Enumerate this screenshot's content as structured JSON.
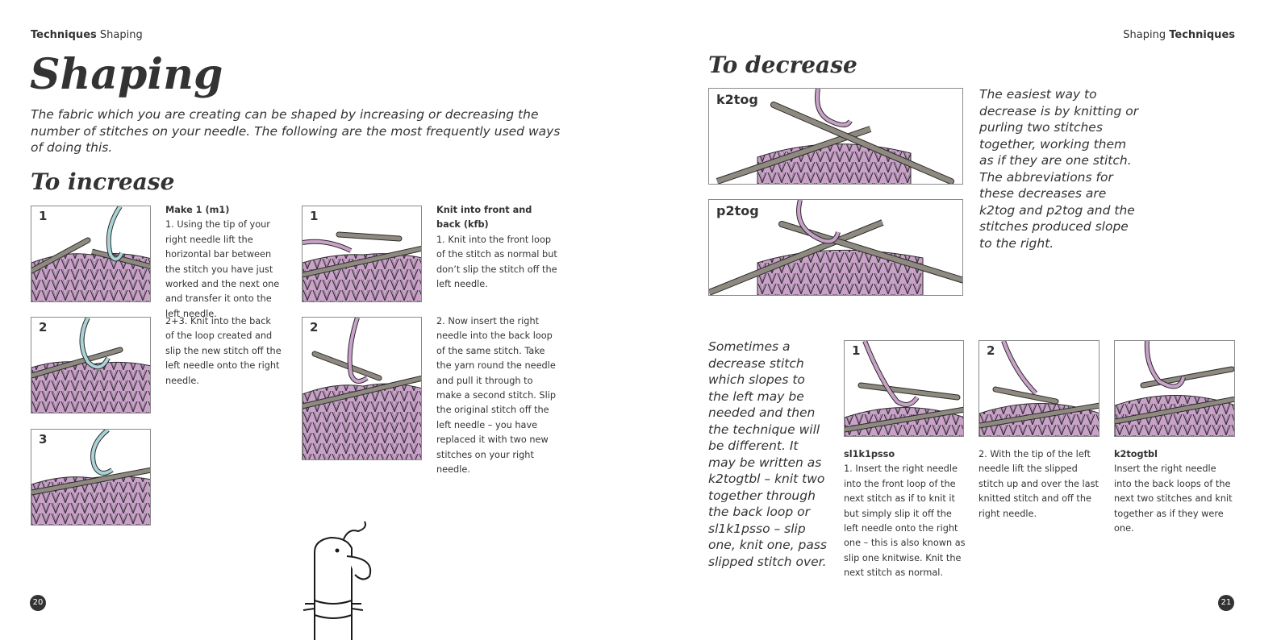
{
  "left_header": {
    "bold": "Techniques",
    "regular": "Shaping"
  },
  "right_header": {
    "regular": "Shaping",
    "bold": "Techniques"
  },
  "title": "Shaping",
  "intro": "The fabric which you are creating can be shaped by increasing or decreasing the number of stitches on your needle. The following are the most frequently used ways of doing this.",
  "increase": {
    "heading": "To increase",
    "m1": {
      "title": "Make 1 (m1)",
      "step1_num": "1",
      "step1_text": "1. Using the tip of your right needle lift the horizontal bar between the stitch you have just worked and the next one and transfer it onto the left needle.",
      "step2_num": "2",
      "step2_text": "2+3. Knit into the back of the loop created and slip the new stitch off the left needle onto the right needle.",
      "step3_num": "3"
    },
    "kfb": {
      "title": "Knit into front and back (kfb)",
      "step1_num": "1",
      "step1_text": "1. Knit into the front loop of the stitch as normal but don’t slip the stitch off the left needle.",
      "step2_num": "2",
      "step2_text": "2. Now insert the right needle into the back loop of the same stitch. Take the yarn round the needle and pull it through to make a second stitch. Slip the original stitch off the left needle – you have replaced it with two new stitches on your right needle."
    }
  },
  "decrease": {
    "heading": "To decrease",
    "k2tog_label": "k2tog",
    "p2tog_label": "p2tog",
    "description": "The easiest way to decrease is by knitting or purling two stitches together, working them as if they are one stitch. The abbreviations for these decreases are k2tog and p2tog and the stitches produced slope to the right.",
    "left_slope": "Sometimes a decrease stitch which slopes to the left may be needed and then the technique will be different. It may be written as k2togtbl – knit two together through the back loop or sl1k1psso – slip one, knit one, pass slipped stitch over.",
    "sl1k1psso": {
      "title": "sl1k1psso",
      "step1_num": "1",
      "step1_text": "1. Insert the right needle into the front loop of the next stitch as if to knit it but simply slip it off the left needle onto the right one – this is also known as slip one knitwise. Knit the next stitch as normal.",
      "step2_num": "2",
      "step2_text": "2. With the tip of the left needle lift the slipped stitch up and over the last knitted stitch and off the right needle."
    },
    "k2togtbl": {
      "title": "k2togtbl",
      "text": "Insert the right needle into the back loops of the next two stitches and knit together as if they were one."
    }
  },
  "page_numbers": {
    "left": "20",
    "right": "21"
  },
  "colors": {
    "yarn": "#c9a1c9",
    "yarn_outline": "#2b2b2b",
    "needle": "#8e8a80",
    "accent_yarn": "#a9d3d6",
    "text": "#333333"
  }
}
